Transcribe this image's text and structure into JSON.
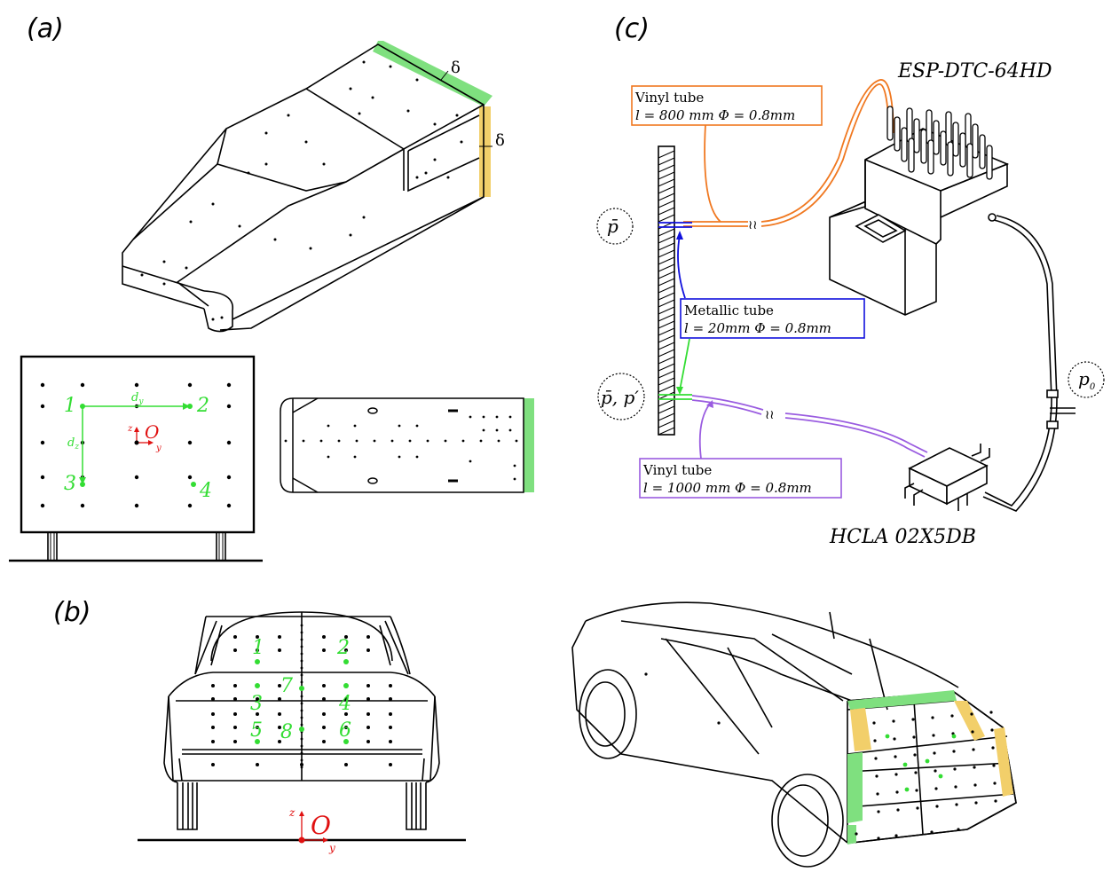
{
  "panels": {
    "a": "(a)",
    "b": "(b)",
    "c": "(c)"
  },
  "colors": {
    "green": "#33dd33",
    "red": "#e01010",
    "orange": "#f07820",
    "blue": "#1010dd",
    "purple": "#9a5ce0",
    "fillGreen": "#7fe07f",
    "fillYellow": "#f2cf6a",
    "black": "#000000"
  },
  "panelA": {
    "delta_top": "δ",
    "delta_side": "δ",
    "grid": {
      "points": [
        "1",
        "2",
        "3",
        "4"
      ],
      "dy": "d",
      "dy_sub": "y",
      "dz": "d",
      "dz_sub": "z",
      "origin": "O",
      "axis_y": "y",
      "axis_z": "z"
    }
  },
  "panelB": {
    "points": [
      "1",
      "2",
      "3",
      "4",
      "5",
      "6",
      "7",
      "8"
    ],
    "origin": "O",
    "axis_y": "y",
    "axis_z": "z"
  },
  "panelC": {
    "scanner": "ESP-DTC-64HD",
    "sensor": "HCLA 02X5DB",
    "vinyl1": {
      "title": "Vinyl tube",
      "spec": "l = 800 mm  Φ = 0.8mm"
    },
    "metal": {
      "title": "Metallic tube",
      "spec": "l = 20mm  Φ = 0.8mm"
    },
    "vinyl2": {
      "title": "Vinyl tube",
      "spec": "l = 1000 mm  Φ = 0.8mm"
    },
    "pbar": "p̄",
    "pbar_pprime": "p̄, p′",
    "p0": "p",
    "p0_sub": "0"
  }
}
